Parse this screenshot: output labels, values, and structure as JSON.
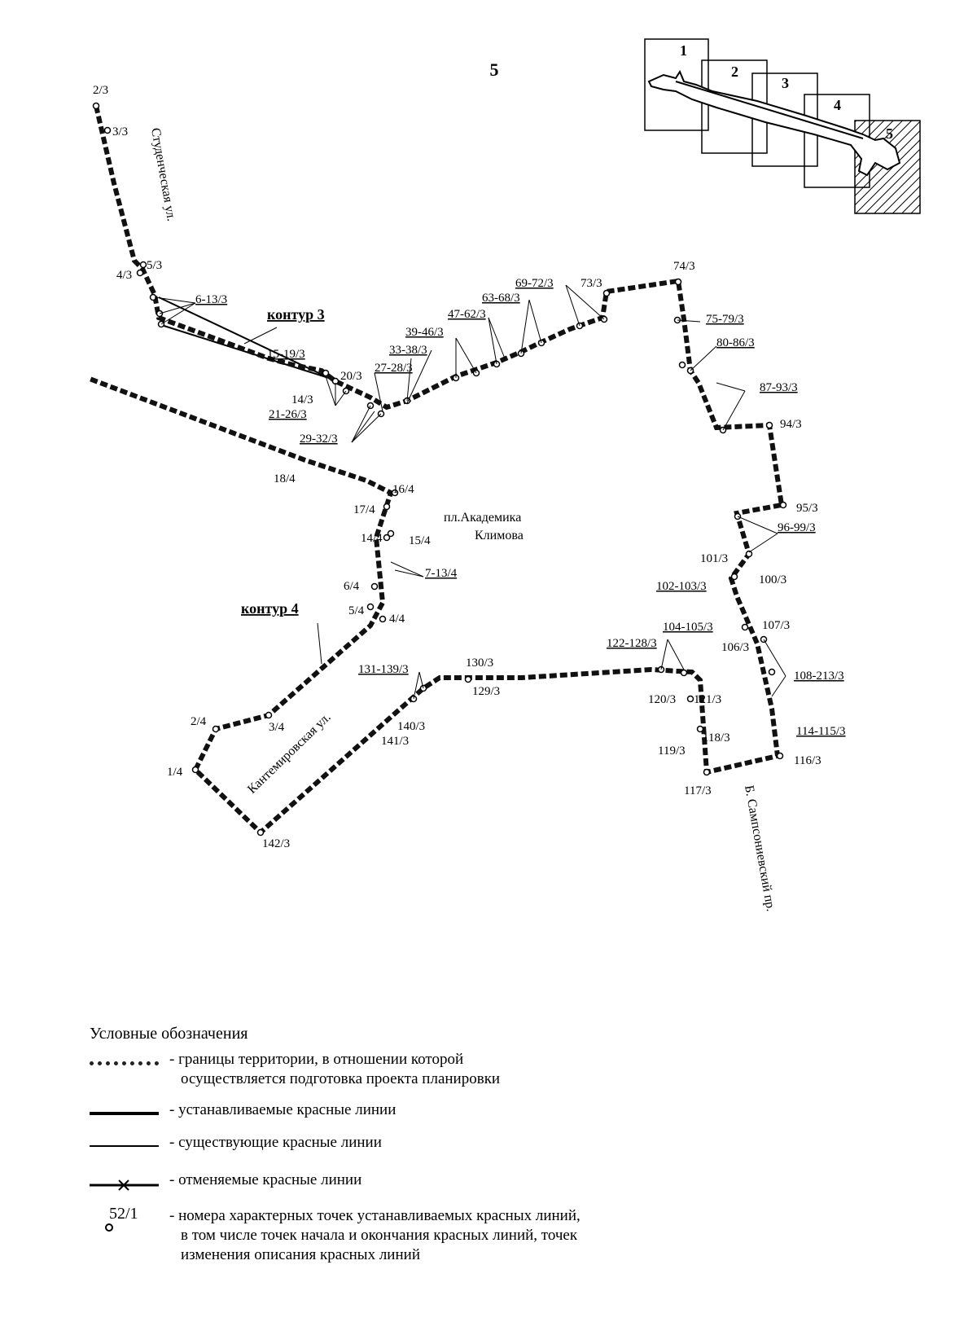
{
  "sheet_number": "5",
  "index_map": {
    "sheets": [
      "1",
      "2",
      "3",
      "4",
      "5"
    ]
  },
  "streets": {
    "studencheskaya": "Студенческая ул.",
    "kantemirovskaya": "Кантемировская ул.",
    "sampsonievsky": "Б. Сампсониевский пр.",
    "square_line1": "пл.Академика",
    "square_line2": "Климова"
  },
  "contours": {
    "c3": "контур 3",
    "c4": "контур 4"
  },
  "point_labels": {
    "p2_3": "2/3",
    "p3_3": "3/3",
    "p4_3": "4/3",
    "p5_3": "5/3",
    "p6_13_3": "6-13/3",
    "p15_19_3": "15-19/3",
    "p14_3": "14/3",
    "p20_3": "20/3",
    "p21_26_3": "21-26/3",
    "p27_28_3": "27-28/3",
    "p29_32_3": "29-32/3",
    "p33_38_3": "33-38/3",
    "p39_46_3": "39-46/3",
    "p47_62_3": "47-62/3",
    "p63_68_3": "63-68/3",
    "p69_72_3": "69-72/3",
    "p73_3": "73/3",
    "p74_3": "74/3",
    "p75_79_3": "75-79/3",
    "p80_86_3": "80-86/3",
    "p87_93_3": "87-93/3",
    "p94_3": "94/3",
    "p95_3": "95/3",
    "p96_99_3": "96-99/3",
    "p101_3": "101/3",
    "p100_3": "100/3",
    "p102_103_3": "102-103/3",
    "p104_105_3": "104-105/3",
    "p106_3": "106/3",
    "p107_3": "107/3",
    "p108_213_3": "108-213/3",
    "p114_115_3": "114-115/3",
    "p116_3": "116/3",
    "p117_3": "117/3",
    "p118_3": "118/3",
    "p119_3": "119/3",
    "p120_3": "120/3",
    "p121_3": "121/3",
    "p122_128_3": "122-128/3",
    "p129_3": "129/3",
    "p130_3": "130/3",
    "p131_139_3": "131-139/3",
    "p140_3": "140/3",
    "p141_3": "141/3",
    "p142_3": "142/3",
    "p1_4": "1/4",
    "p2_4": "2/4",
    "p3_4": "3/4",
    "p4_4": "4/4",
    "p5_4": "5/4",
    "p6_4": "6/4",
    "p7_13_4": "7-13/4",
    "p14_4": "14/4",
    "p15_4": "15/4",
    "p16_4": "16/4",
    "p17_4": "17/4",
    "p18_4": "18/4"
  },
  "legend": {
    "title": "Условные обозначения",
    "items": [
      {
        "line1": "- границы территории, в отношении которой",
        "line2": "осуществляется подготовка проекта планировки"
      },
      {
        "line1": "- устанавливаемые красные линии"
      },
      {
        "line1": "- существующие красные линии"
      },
      {
        "line1": "- отменяемые красные линии"
      },
      {
        "symbol": "52/1",
        "line1": "- номера характерных точек устанавливаемых красных линий,",
        "line2": "в том числе точек начала и окончания красных линий, точек",
        "line3": "изменения описания красных линий"
      }
    ]
  }
}
